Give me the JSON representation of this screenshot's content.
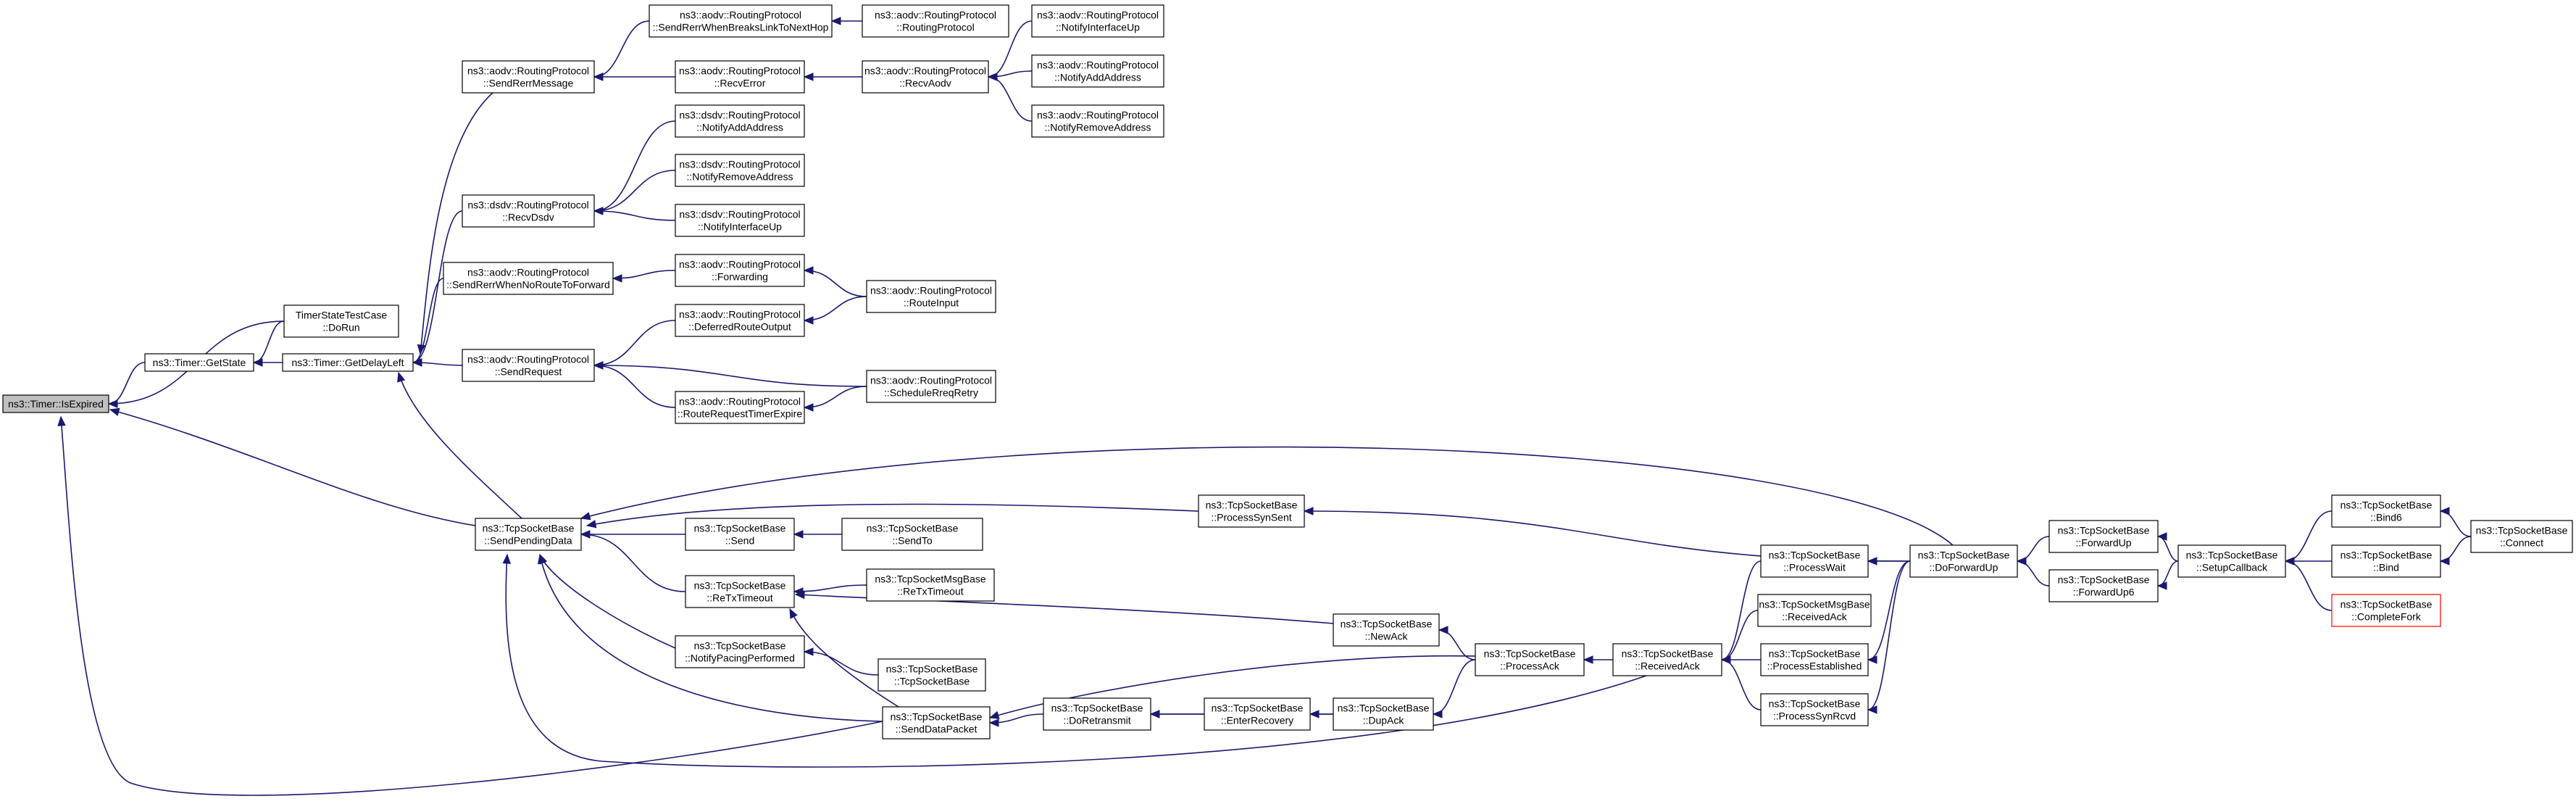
{
  "graph": {
    "colors": {
      "edge": "#191970",
      "node_border": "#000000",
      "root_fill": "#bfbfbf",
      "truncated_border": "#ff0000"
    },
    "nodes": [
      {
        "id": "isexpired",
        "lines": [
          "ns3::Timer::IsExpired"
        ],
        "role": "root"
      },
      {
        "id": "getstate",
        "lines": [
          "ns3::Timer::GetState"
        ]
      },
      {
        "id": "dorun",
        "lines": [
          "TimerStateTestCase",
          "::DoRun"
        ]
      },
      {
        "id": "getdelayleft",
        "lines": [
          "ns3::Timer::GetDelayLeft"
        ]
      },
      {
        "id": "sendrerrmessage",
        "lines": [
          "ns3::aodv::RoutingProtocol",
          "::SendRerrMessage"
        ]
      },
      {
        "id": "sendrerrwhenbreaks",
        "lines": [
          "ns3::aodv::RoutingProtocol",
          "::SendRerrWhenBreaksLinkToNextHop"
        ]
      },
      {
        "id": "rp1",
        "lines": [
          "ns3::aodv::RoutingProtocol",
          "::RoutingProtocol"
        ]
      },
      {
        "id": "recverror",
        "lines": [
          "ns3::aodv::RoutingProtocol",
          "::RecvError"
        ]
      },
      {
        "id": "recvaodv",
        "lines": [
          "ns3::aodv::RoutingProtocol",
          "::RecvAodv"
        ]
      },
      {
        "id": "aodv_ifup",
        "lines": [
          "ns3::aodv::RoutingProtocol",
          "::NotifyInterfaceUp"
        ]
      },
      {
        "id": "aodv_addaddr",
        "lines": [
          "ns3::aodv::RoutingProtocol",
          "::NotifyAddAddress"
        ]
      },
      {
        "id": "aodv_rmaddr",
        "lines": [
          "ns3::aodv::RoutingProtocol",
          "::NotifyRemoveAddress"
        ]
      },
      {
        "id": "dsdv_addaddr",
        "lines": [
          "ns3::dsdv::RoutingProtocol",
          "::NotifyAddAddress"
        ]
      },
      {
        "id": "recvdsdv",
        "lines": [
          "ns3::dsdv::RoutingProtocol",
          "::RecvDsdv"
        ]
      },
      {
        "id": "dsdv_rmaddr",
        "lines": [
          "ns3::dsdv::RoutingProtocol",
          "::NotifyRemoveAddress"
        ]
      },
      {
        "id": "dsdv_ifup",
        "lines": [
          "ns3::dsdv::RoutingProtocol",
          "::NotifyInterfaceUp"
        ]
      },
      {
        "id": "sendrerrnoroute",
        "lines": [
          "ns3::aodv::RoutingProtocol",
          "::SendRerrWhenNoRouteToForward"
        ]
      },
      {
        "id": "forwarding",
        "lines": [
          "ns3::aodv::RoutingProtocol",
          "::Forwarding"
        ]
      },
      {
        "id": "routeinput",
        "lines": [
          "ns3::aodv::RoutingProtocol",
          "::RouteInput"
        ]
      },
      {
        "id": "deferred",
        "lines": [
          "ns3::aodv::RoutingProtocol",
          "::DeferredRouteOutput"
        ]
      },
      {
        "id": "sendrequest",
        "lines": [
          "ns3::aodv::RoutingProtocol",
          "::SendRequest"
        ]
      },
      {
        "id": "schedulerreq",
        "lines": [
          "ns3::aodv::RoutingProtocol",
          "::ScheduleRreqRetry"
        ]
      },
      {
        "id": "routereqexpire",
        "lines": [
          "ns3::aodv::RoutingProtocol",
          "::RouteRequestTimerExpire"
        ]
      },
      {
        "id": "sendpending",
        "lines": [
          "ns3::TcpSocketBase",
          "::SendPendingData"
        ]
      },
      {
        "id": "send",
        "lines": [
          "ns3::TcpSocketBase",
          "::Send"
        ]
      },
      {
        "id": "sendto",
        "lines": [
          "ns3::TcpSocketBase",
          "::SendTo"
        ]
      },
      {
        "id": "retxtimeout",
        "lines": [
          "ns3::TcpSocketBase",
          "::ReTxTimeout"
        ]
      },
      {
        "id": "msgretx",
        "lines": [
          "ns3::TcpSocketMsgBase",
          "::ReTxTimeout"
        ]
      },
      {
        "id": "pacing",
        "lines": [
          "ns3::TcpSocketBase",
          "::NotifyPacingPerformed"
        ]
      },
      {
        "id": "tcpsocketbase",
        "lines": [
          "ns3::TcpSocketBase",
          "::TcpSocketBase"
        ]
      },
      {
        "id": "senddatapacket",
        "lines": [
          "ns3::TcpSocketBase",
          "::SendDataPacket"
        ]
      },
      {
        "id": "doretransmit",
        "lines": [
          "ns3::TcpSocketBase",
          "::DoRetransmit"
        ]
      },
      {
        "id": "enterrecovery",
        "lines": [
          "ns3::TcpSocketBase",
          "::EnterRecovery"
        ]
      },
      {
        "id": "dupack",
        "lines": [
          "ns3::TcpSocketBase",
          "::DupAck"
        ]
      },
      {
        "id": "newack",
        "lines": [
          "ns3::TcpSocketBase",
          "::NewAck"
        ]
      },
      {
        "id": "processack",
        "lines": [
          "ns3::TcpSocketBase",
          "::ProcessAck"
        ]
      },
      {
        "id": "receivedack",
        "lines": [
          "ns3::TcpSocketBase",
          "::ReceivedAck"
        ]
      },
      {
        "id": "processwait",
        "lines": [
          "ns3::TcpSocketBase",
          "::ProcessWait"
        ]
      },
      {
        "id": "msgreceivedack",
        "lines": [
          "ns3::TcpSocketMsgBase",
          "::ReceivedAck"
        ]
      },
      {
        "id": "processestablished",
        "lines": [
          "ns3::TcpSocketBase",
          "::ProcessEstablished"
        ]
      },
      {
        "id": "processsynrcvd",
        "lines": [
          "ns3::TcpSocketBase",
          "::ProcessSynRcvd"
        ]
      },
      {
        "id": "processsynsent",
        "lines": [
          "ns3::TcpSocketBase",
          "::ProcessSynSent"
        ]
      },
      {
        "id": "doforwardup",
        "lines": [
          "ns3::TcpSocketBase",
          "::DoForwardUp"
        ]
      },
      {
        "id": "forwardup",
        "lines": [
          "ns3::TcpSocketBase",
          "::ForwardUp"
        ]
      },
      {
        "id": "forwardup6",
        "lines": [
          "ns3::TcpSocketBase",
          "::ForwardUp6"
        ]
      },
      {
        "id": "setupcallback",
        "lines": [
          "ns3::TcpSocketBase",
          "::SetupCallback"
        ]
      },
      {
        "id": "bind6",
        "lines": [
          "ns3::TcpSocketBase",
          "::Bind6"
        ]
      },
      {
        "id": "bind",
        "lines": [
          "ns3::TcpSocketBase",
          "::Bind"
        ]
      },
      {
        "id": "completefork",
        "lines": [
          "ns3::TcpSocketBase",
          "::CompleteFork"
        ],
        "role": "truncated"
      },
      {
        "id": "connect",
        "lines": [
          "ns3::TcpSocketBase",
          "::Connect"
        ]
      }
    ],
    "edges": [
      [
        "isexpired",
        "getstate"
      ],
      [
        "isexpired",
        "dorun"
      ],
      [
        "isexpired",
        "sendpending"
      ],
      [
        "isexpired",
        "senddatapacket"
      ],
      [
        "getstate",
        "getdelayleft"
      ],
      [
        "getstate",
        "dorun"
      ],
      [
        "getdelayleft",
        "sendrerrmessage"
      ],
      [
        "getdelayleft",
        "recvdsdv"
      ],
      [
        "getdelayleft",
        "sendrerrnoroute"
      ],
      [
        "getdelayleft",
        "sendrequest"
      ],
      [
        "getdelayleft",
        "sendpending"
      ],
      [
        "sendrerrmessage",
        "sendrerrwhenbreaks"
      ],
      [
        "sendrerrmessage",
        "recverror"
      ],
      [
        "sendrerrwhenbreaks",
        "rp1"
      ],
      [
        "recverror",
        "recvaodv"
      ],
      [
        "recvaodv",
        "aodv_ifup"
      ],
      [
        "recvaodv",
        "aodv_addaddr"
      ],
      [
        "recvaodv",
        "aodv_rmaddr"
      ],
      [
        "recvdsdv",
        "dsdv_addaddr"
      ],
      [
        "recvdsdv",
        "dsdv_rmaddr"
      ],
      [
        "recvdsdv",
        "dsdv_ifup"
      ],
      [
        "sendrerrnoroute",
        "forwarding"
      ],
      [
        "forwarding",
        "routeinput"
      ],
      [
        "deferred",
        "routeinput"
      ],
      [
        "sendrequest",
        "deferred"
      ],
      [
        "sendrequest",
        "schedulerreq"
      ],
      [
        "sendrequest",
        "routereqexpire"
      ],
      [
        "routereqexpire",
        "schedulerreq"
      ],
      [
        "sendpending",
        "send"
      ],
      [
        "sendpending",
        "retxtimeout"
      ],
      [
        "sendpending",
        "pacing"
      ],
      [
        "sendpending",
        "senddatapacket"
      ],
      [
        "sendpending",
        "processsynsent"
      ],
      [
        "sendpending",
        "doforwardup"
      ],
      [
        "sendpending",
        "receivedack"
      ],
      [
        "send",
        "sendto"
      ],
      [
        "retxtimeout",
        "msgretx"
      ],
      [
        "retxtimeout",
        "newack"
      ],
      [
        "retxtimeout",
        "senddatapacket"
      ],
      [
        "pacing",
        "tcpsocketbase"
      ],
      [
        "senddatapacket",
        "doretransmit"
      ],
      [
        "senddatapacket",
        "processack"
      ],
      [
        "doretransmit",
        "enterrecovery"
      ],
      [
        "doretransmit",
        "dupack"
      ],
      [
        "enterrecovery",
        "dupack"
      ],
      [
        "dupack",
        "processack"
      ],
      [
        "newack",
        "processack"
      ],
      [
        "processack",
        "receivedack"
      ],
      [
        "receivedack",
        "processwait"
      ],
      [
        "receivedack",
        "msgreceivedack"
      ],
      [
        "receivedack",
        "processestablished"
      ],
      [
        "receivedack",
        "processsynrcvd"
      ],
      [
        "processwait",
        "doforwardup"
      ],
      [
        "processestablished",
        "doforwardup"
      ],
      [
        "processsynrcvd",
        "doforwardup"
      ],
      [
        "processsynsent",
        "doforwardup"
      ],
      [
        "doforwardup",
        "forwardup"
      ],
      [
        "doforwardup",
        "forwardup6"
      ],
      [
        "forwardup",
        "setupcallback"
      ],
      [
        "forwardup6",
        "setupcallback"
      ],
      [
        "setupcallback",
        "bind6"
      ],
      [
        "setupcallback",
        "bind"
      ],
      [
        "setupcallback",
        "completefork"
      ],
      [
        "bind6",
        "connect"
      ],
      [
        "bind",
        "connect"
      ]
    ]
  }
}
